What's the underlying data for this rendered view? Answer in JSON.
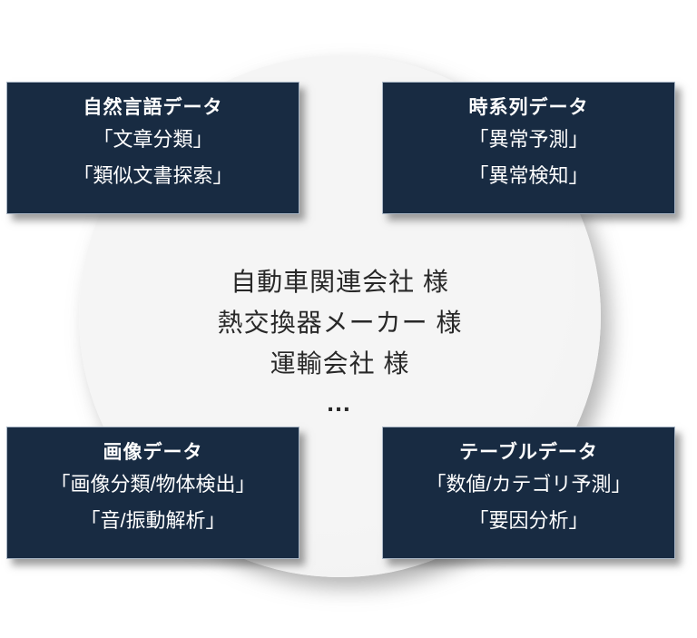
{
  "center": {
    "lines": [
      "自動車関連会社 様",
      "熱交換器メーカー 様",
      "運輸会社 様"
    ],
    "ellipsis": "…"
  },
  "boxes": [
    {
      "id": "natural-language",
      "title": "自然言語データ",
      "items": [
        "「文章分類」",
        "「類似文書探索」"
      ]
    },
    {
      "id": "time-series",
      "title": "時系列データ",
      "items": [
        "「異常予測」",
        "「異常検知」"
      ]
    },
    {
      "id": "image",
      "title": "画像データ",
      "items": [
        "「画像分類/物体検出」",
        "「音/振動解析」"
      ]
    },
    {
      "id": "table",
      "title": "テーブルデータ",
      "items": [
        "「数値/カテゴリ予測」",
        "「要因分析」"
      ]
    }
  ],
  "colors": {
    "box_background": "#182B42",
    "box_text": "#ffffff",
    "circle_background": "#f2f2f2",
    "center_text": "#282828",
    "page_background": "#ffffff"
  }
}
